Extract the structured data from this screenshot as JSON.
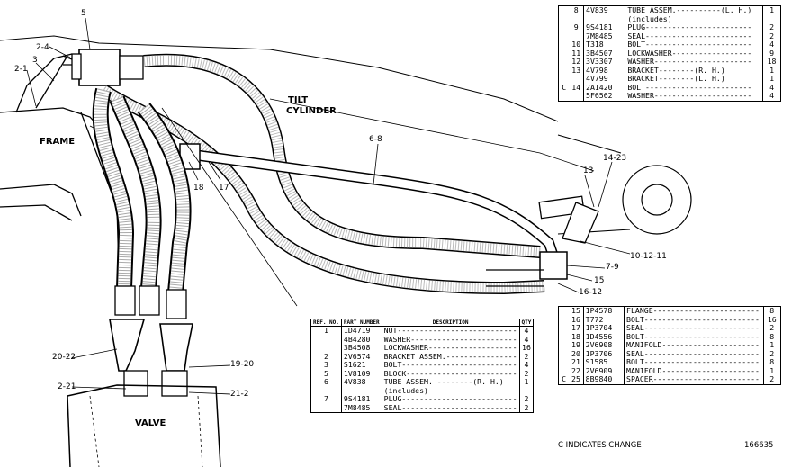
{
  "labels": {
    "frame": "FRAME",
    "tilt": "TILT",
    "cylinder": "CYLINDER",
    "valve": "VALVE",
    "callouts": [
      "5",
      "2-4",
      "2-1",
      "3",
      "6-8",
      "18",
      "17",
      "13",
      "14-23",
      "10-12-11",
      "7-9",
      "15",
      "16-12",
      "20-22",
      "2-21",
      "19-20",
      "21-2"
    ]
  },
  "table_top": {
    "rows": [
      {
        "ref": "8",
        "pn": "4V839",
        "desc": "TUBE ASSEM.----------(L. H.)",
        "qty": "1",
        "c": ""
      },
      {
        "ref": "",
        "pn": "",
        "desc": "(includes)",
        "qty": "",
        "c": ""
      },
      {
        "ref": "9",
        "pn": "9S4181",
        "desc": "PLUG------------------------",
        "qty": "2",
        "c": ""
      },
      {
        "ref": "",
        "pn": "7M8485",
        "desc": "SEAL------------------------",
        "qty": "2",
        "c": ""
      },
      {
        "ref": "10",
        "pn": "T318",
        "desc": "BOLT------------------------",
        "qty": "4",
        "c": ""
      },
      {
        "ref": "11",
        "pn": "3B4507",
        "desc": "LOCKWASHER------------------",
        "qty": "9",
        "c": ""
      },
      {
        "ref": "12",
        "pn": "3V3307",
        "desc": "WASHER----------------------",
        "qty": "18",
        "c": ""
      },
      {
        "ref": "13",
        "pn": "4V798",
        "desc": "BRACKET--------(R. H.)",
        "qty": "1",
        "c": ""
      },
      {
        "ref": "",
        "pn": "4V799",
        "desc": "BRACKET--------(L. H.)",
        "qty": "1",
        "c": ""
      },
      {
        "ref": "14",
        "pn": "2A1420",
        "desc": "BOLT------------------------",
        "qty": "4",
        "c": "C"
      },
      {
        "ref": "",
        "pn": "5F6562",
        "desc": "WASHER----------------------",
        "qty": "4",
        "c": ""
      }
    ]
  },
  "table_main": {
    "headers": {
      "ref": "REF. NO.",
      "pn": "PART NUMBER",
      "desc": "DESCRIPTION",
      "qty": "QTY"
    },
    "rows": [
      {
        "ref": "1",
        "pn": "1D4719",
        "desc": "NUT---------------------------",
        "qty": "4"
      },
      {
        "ref": "",
        "pn": "4B4280",
        "desc": "WASHER------------------------",
        "qty": "4"
      },
      {
        "ref": "",
        "pn": "3B4508",
        "desc": "LOCKWASHER--------------------",
        "qty": "16"
      },
      {
        "ref": "2",
        "pn": "2V6574",
        "desc": "BRACKET ASSEM.----------------",
        "qty": "2"
      },
      {
        "ref": "3",
        "pn": "S1621",
        "desc": "BOLT--------------------------",
        "qty": "4"
      },
      {
        "ref": "5",
        "pn": "1V8109",
        "desc": "BLOCK-------------------------",
        "qty": "2"
      },
      {
        "ref": "6",
        "pn": "4V838",
        "desc": "TUBE ASSEM. --------(R. H.)",
        "qty": "1"
      },
      {
        "ref": "",
        "pn": "",
        "desc": "(includes)",
        "qty": ""
      },
      {
        "ref": "7",
        "pn": "9S4181",
        "desc": "PLUG--------------------------",
        "qty": "2"
      },
      {
        "ref": "",
        "pn": "7M8485",
        "desc": "SEAL--------------------------",
        "qty": "2"
      }
    ]
  },
  "table_right": {
    "rows": [
      {
        "ref": "15",
        "pn": "1P4578",
        "desc": "FLANGE------------------------",
        "qty": "8",
        "c": ""
      },
      {
        "ref": "16",
        "pn": "T772",
        "desc": "BOLT--------------------------",
        "qty": "16",
        "c": ""
      },
      {
        "ref": "17",
        "pn": "1P3704",
        "desc": "SEAL--------------------------",
        "qty": "2",
        "c": ""
      },
      {
        "ref": "18",
        "pn": "1D4556",
        "desc": "BOLT--------------------------",
        "qty": "8",
        "c": ""
      },
      {
        "ref": "19",
        "pn": "2V6908",
        "desc": "MANIFOLD----------------------",
        "qty": "1",
        "c": ""
      },
      {
        "ref": "20",
        "pn": "1P3706",
        "desc": "SEAL--------------------------",
        "qty": "2",
        "c": ""
      },
      {
        "ref": "21",
        "pn": "S1585",
        "desc": "BOLT--------------------------",
        "qty": "8",
        "c": ""
      },
      {
        "ref": "22",
        "pn": "2V6909",
        "desc": "MANIFOLD----------------------",
        "qty": "1",
        "c": ""
      },
      {
        "ref": "25",
        "pn": "8B9840",
        "desc": "SPACER------------------------",
        "qty": "2",
        "c": "C"
      }
    ]
  },
  "footer": {
    "change_note": "C  INDICATES CHANGE",
    "drawing_number": "166635"
  }
}
